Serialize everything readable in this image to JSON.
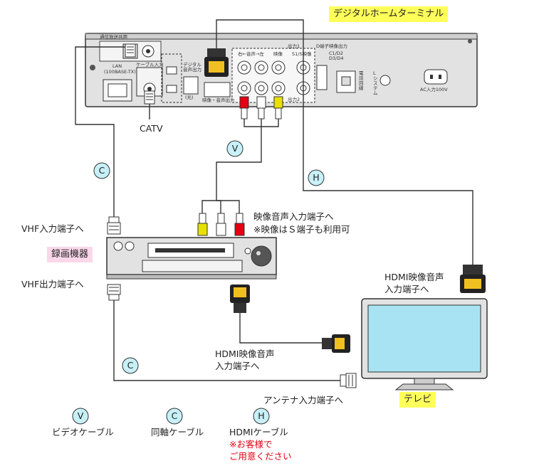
{
  "colors": {
    "terminal_tag": "#ffff5a",
    "recorder_tag": "#fbd7ea",
    "tv_tag": "#ffff5a",
    "badge_fill": "#c7f0f7",
    "tv_screen": "#a8e3f3",
    "body_gray": "#e0e0e0",
    "red": "#e60012",
    "yellow": "#e8e000"
  },
  "terminal": {
    "name": "デジタルホームターミナル",
    "port_labels": {
      "broadcast": "通信放送共用",
      "lan": "LAN",
      "lan_spec": "(100BASE-TX)",
      "cable_in": "ケーブル入力",
      "digital_audio": "デジタル 音声出力",
      "optical": "(光)",
      "audio_right_left": "右←音声→左",
      "video": "映像",
      "s_video": "S1/S映像",
      "d_out": "D端子映像出力",
      "d_formats": "C1/D2 D3/D4",
      "output1": "出力1",
      "output2": "出力2",
      "hdmi": "映像・音声出力",
      "phone": "電話回線",
      "system": "Lシステム",
      "power": "AC入力100V"
    },
    "catv_label": "CATV"
  },
  "recorder": {
    "name": "録画機器",
    "vhf_in": "VHF入力端子へ",
    "vhf_out": "VHF出力端子へ",
    "av_in_line1": "映像音声入力端子へ",
    "av_in_line2": "※映像はＳ端子も利用可",
    "hdmi_out_line1": "HDMI映像音声",
    "hdmi_out_line2": "入力端子へ"
  },
  "tv": {
    "name": "テレビ",
    "hdmi_in_line1": "HDMI映像音声",
    "hdmi_in_line2": "入力端子へ",
    "antenna_in": "アンテナ入力端子へ"
  },
  "badges": {
    "video": "V",
    "coax": "C",
    "hdmi": "H"
  },
  "legend": [
    {
      "symbol": "V",
      "label": "ビデオケーブル"
    },
    {
      "symbol": "C",
      "label": "同軸ケーブル"
    },
    {
      "symbol": "H",
      "label": "HDMIケーブル",
      "note_line1": "※お客様で",
      "note_line2": "ご用意ください"
    }
  ]
}
